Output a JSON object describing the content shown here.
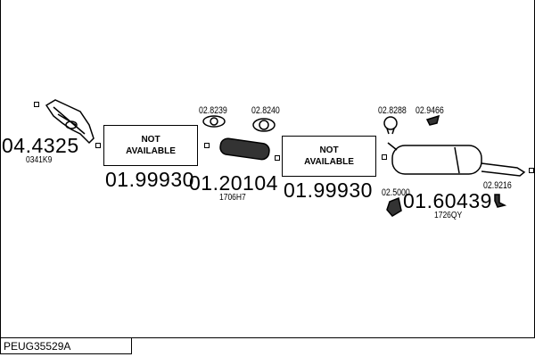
{
  "diagram_code": "PEUG35529A",
  "parts": [
    {
      "number": "04.4325",
      "ref": "0341K9"
    },
    {
      "number": "01.99930",
      "label": "NOT AVAILABLE"
    },
    {
      "number": "01.20104",
      "ref": "1706H7"
    },
    {
      "number": "01.99930",
      "label": "NOT AVAILABLE"
    },
    {
      "number": "01.60439",
      "ref": "1726QY"
    }
  ],
  "accessories": [
    "02.8239",
    "02.8240",
    "02.8288",
    "02.9466",
    "02.5000",
    "02.9216"
  ],
  "na_line1": "NOT",
  "na_line2": "AVAILABLE"
}
